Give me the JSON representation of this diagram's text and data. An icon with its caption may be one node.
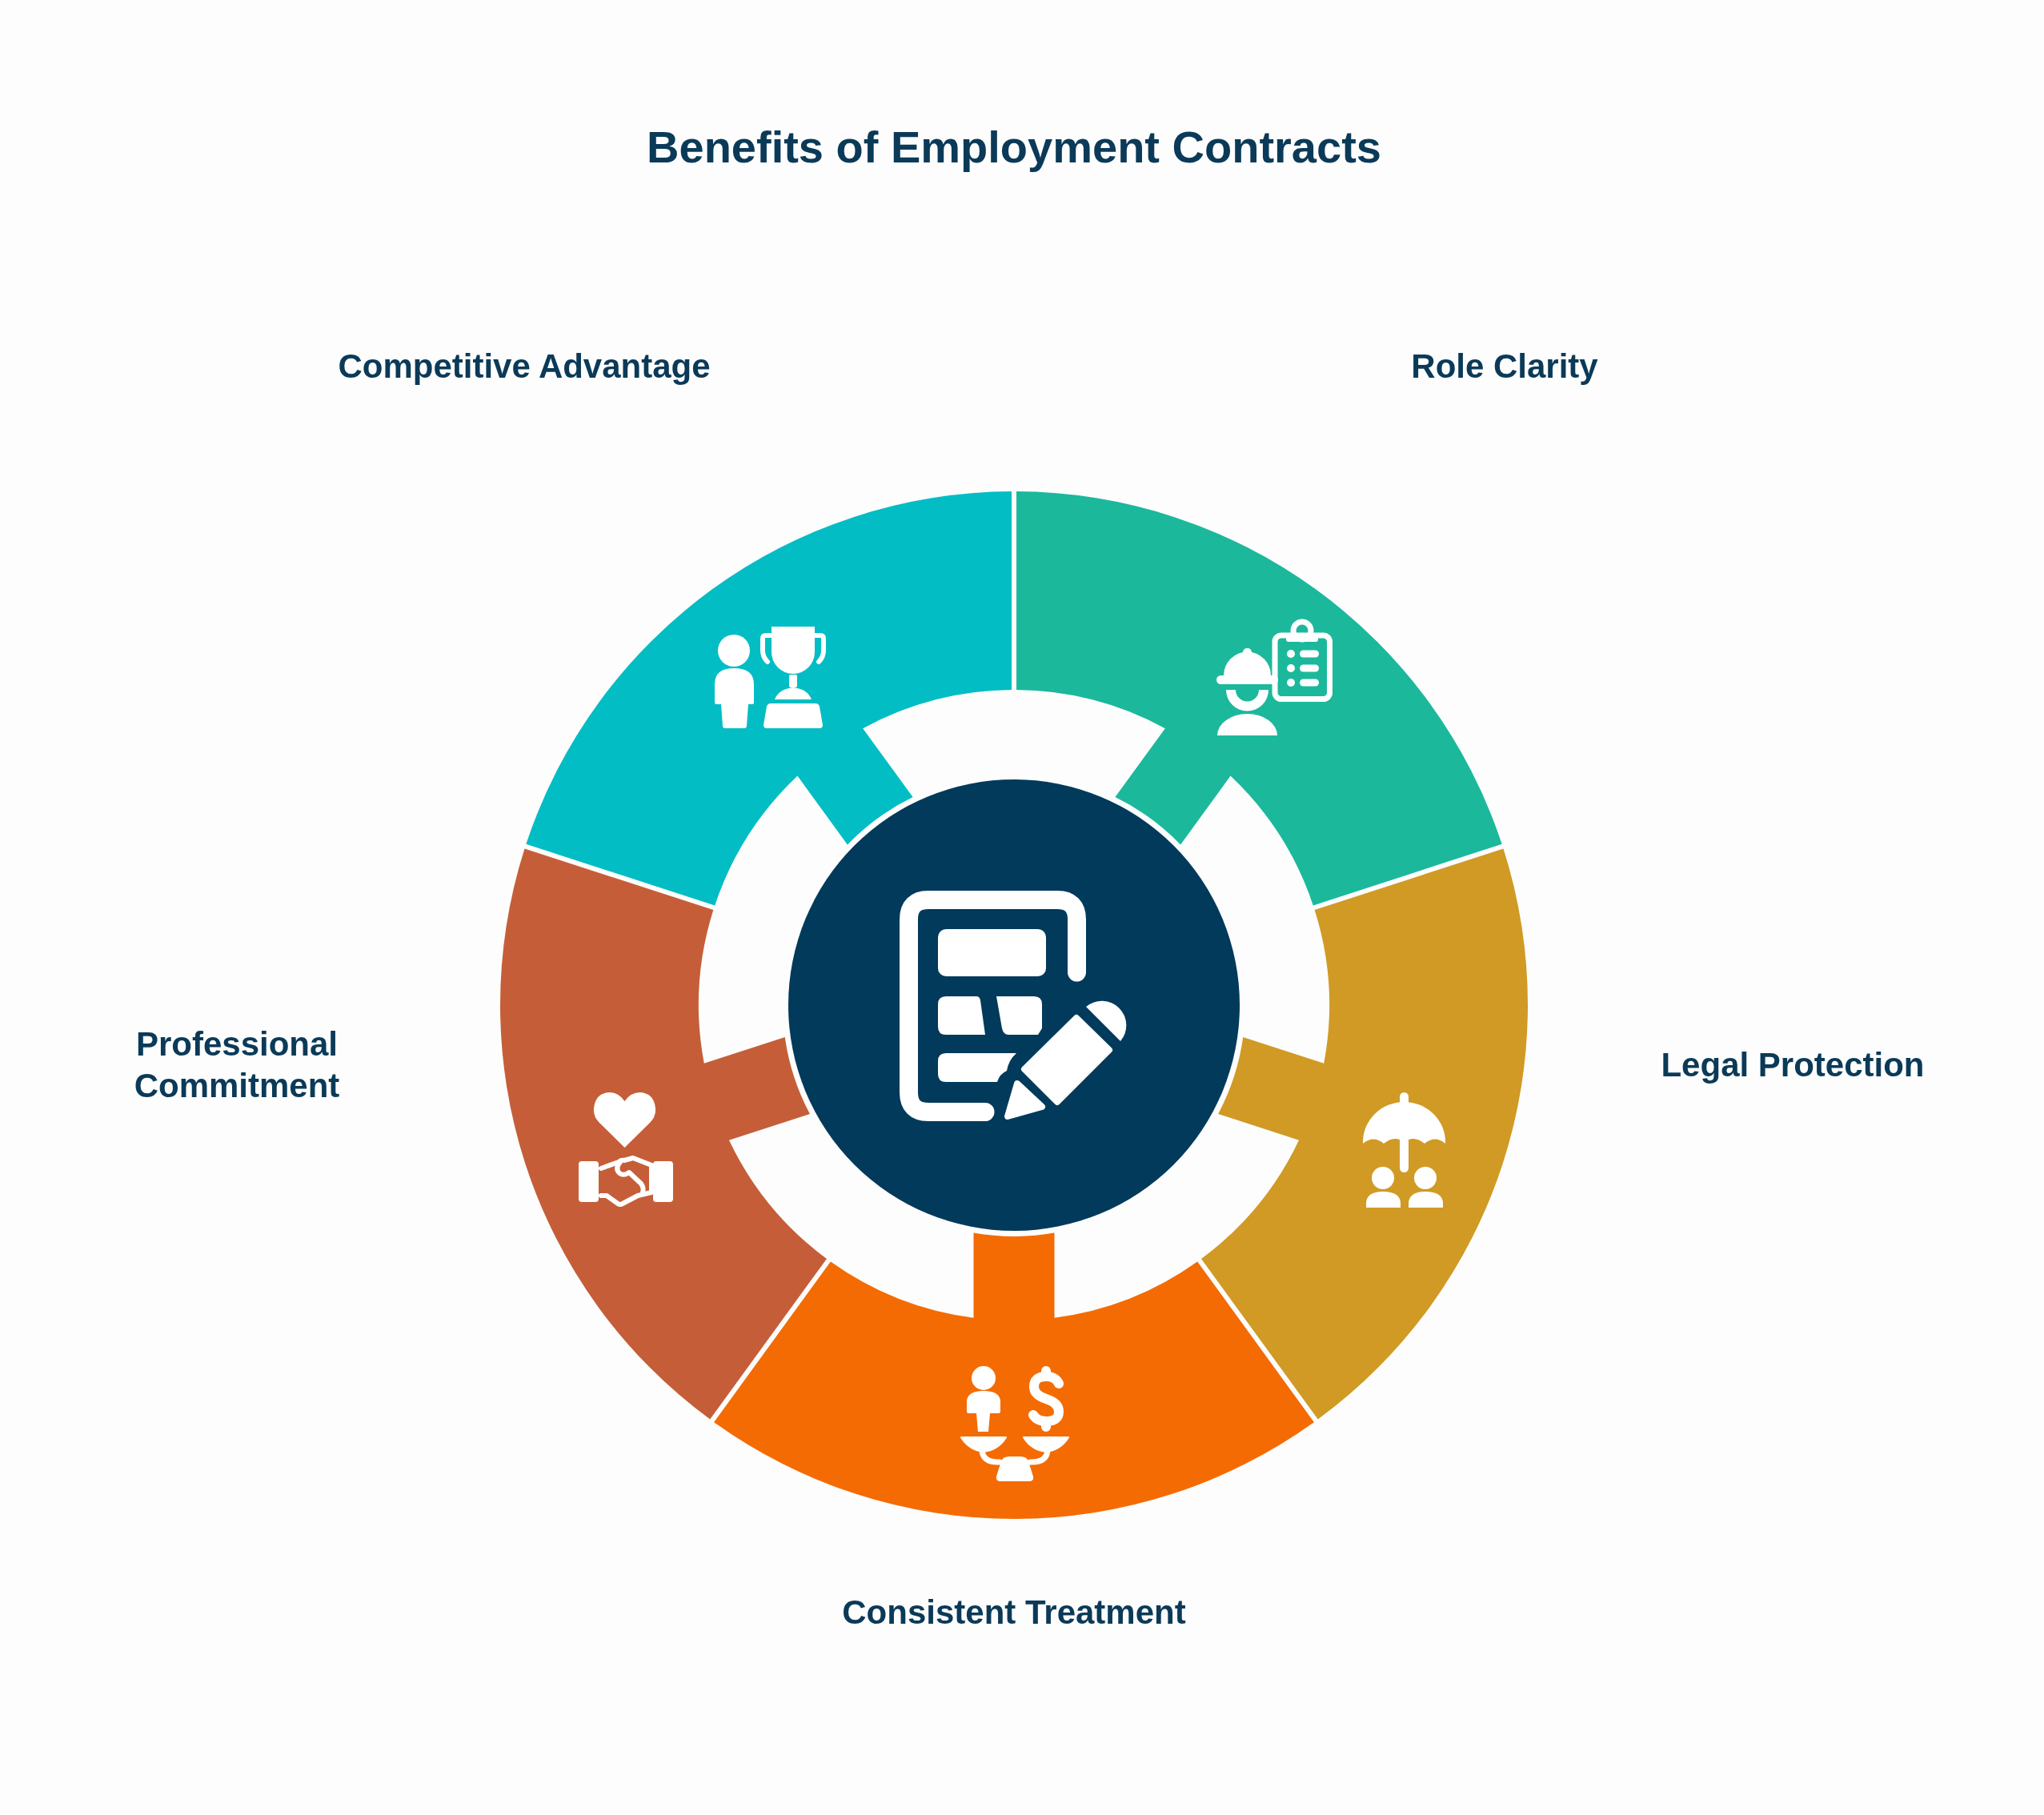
{
  "diagram": {
    "title": "Benefits of Employment Contracts",
    "nodes": [
      {
        "text": [
          "Competitive Advantage"
        ]
      },
      {
        "text": [
          "Role Clarity"
        ]
      },
      {
        "text": [
          "Legal Protection"
        ]
      },
      {
        "text": [
          "Consistent Treatment"
        ]
      },
      {
        "text": [
          "Professional Commitment"
        ]
      },
      {
        "text": [],
        "shape": "circle"
      }
    ]
  }
}
